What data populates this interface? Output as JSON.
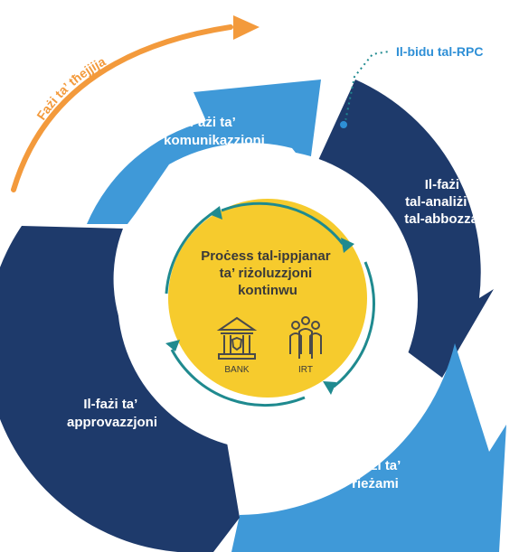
{
  "colors": {
    "dark_navy": "#1e3a6b",
    "light_blue": "#3f99d8",
    "yellow": "#f6cb2d",
    "teal_arrow": "#1f8a8f",
    "orange": "#f39a3c",
    "rpc_blue": "#2e8fd6",
    "icon_stroke": "#4a4a4a"
  },
  "orange_arrow": {
    "label": "Fażi ta’ tħejjija"
  },
  "start_marker": {
    "label": "Il-bidu tal-RPC"
  },
  "segments": [
    {
      "id": "communication",
      "color": "light_blue",
      "lines": [
        "Fażi ta’",
        "komunikazzjoni"
      ]
    },
    {
      "id": "analysis",
      "color": "dark_navy",
      "lines": [
        "Il-fażi",
        "tal-analiżi u",
        "tal-abbozzar"
      ]
    },
    {
      "id": "review",
      "color": "light_blue",
      "lines": [
        "Il-fażi ta’",
        "rieżami"
      ]
    },
    {
      "id": "approval",
      "color": "dark_navy",
      "lines": [
        "Il-fażi ta’",
        "approvazzjoni"
      ]
    }
  ],
  "center": {
    "title_lines": [
      "Proċess tal-ippjanar",
      "ta’ riżoluzzjoni",
      "kontinwu"
    ],
    "icons": [
      {
        "name": "bank-icon",
        "label": "BANK"
      },
      {
        "name": "team-icon",
        "label": "IRT"
      }
    ]
  }
}
